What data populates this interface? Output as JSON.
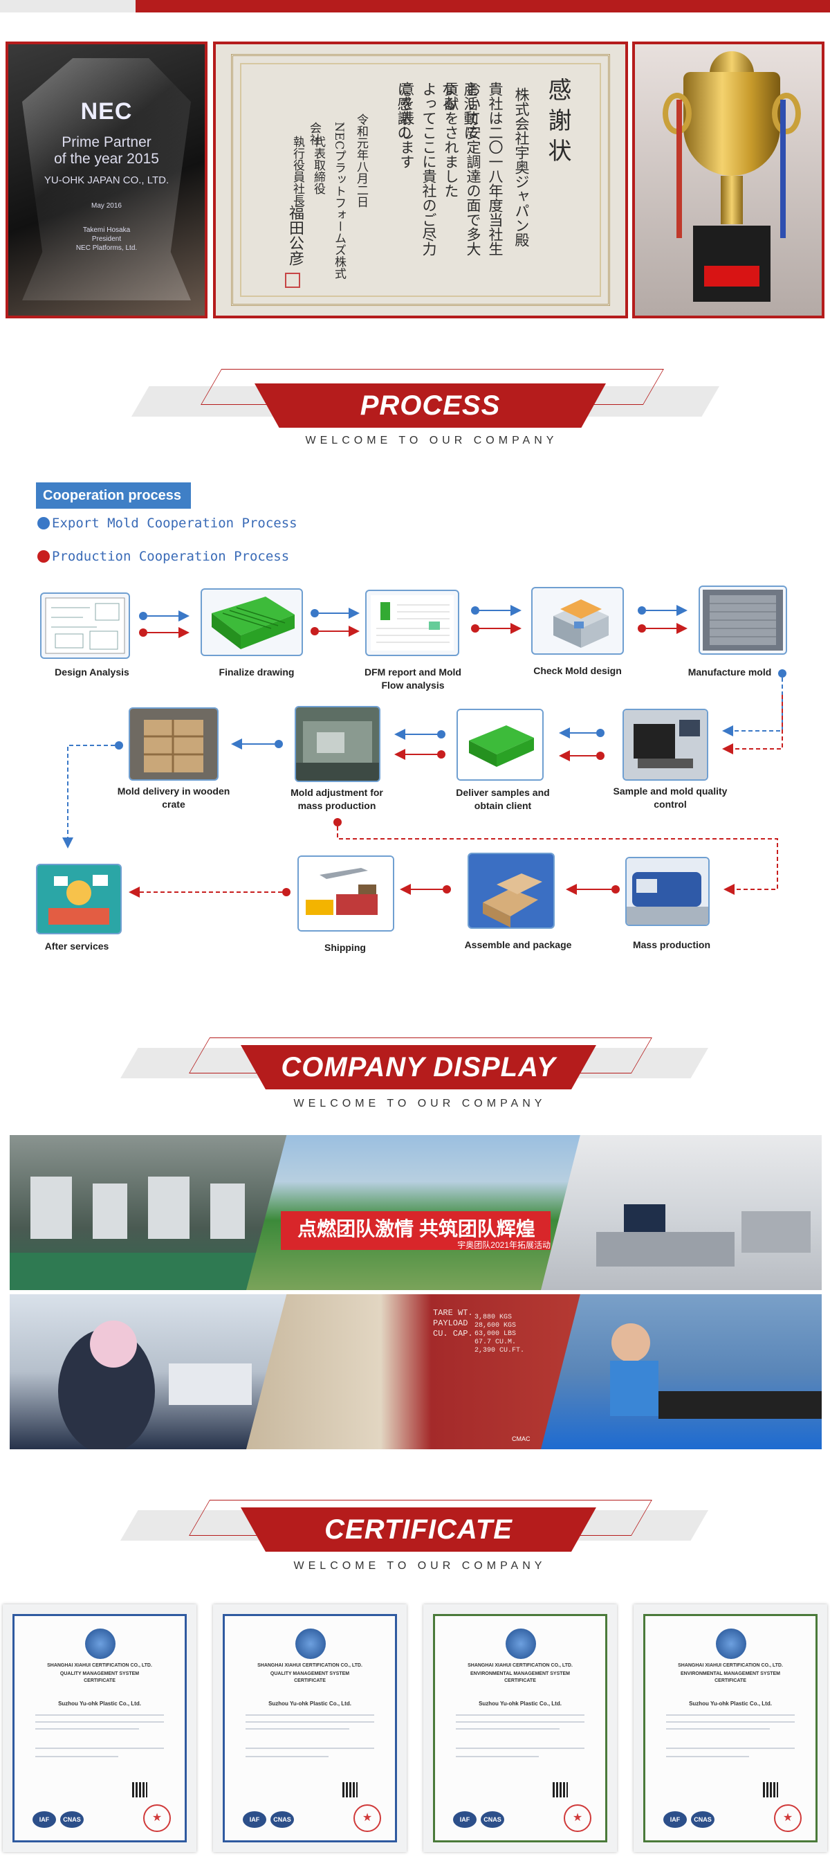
{
  "awards": {
    "glass": {
      "logo": "NEC",
      "line1": "Prime Partner",
      "line2": "of the year 2015",
      "company": "YU-OHK JAPAN CO., LTD.",
      "date": "May 2016",
      "signer_name": "Takemi Hosaka",
      "signer_title": "President",
      "signer_org": "NEC Platforms, Ltd."
    },
    "letter": {
      "title": "感謝状",
      "addressee": "株式会社宇奥ジャパン殿",
      "body": [
        "貴社は二〇一八年度当社生産活動に",
        "おいて安定調達の面で多大なる",
        "貢献をされました",
        "よってここに貴社のご尽力に感謝の",
        "意を表します"
      ],
      "date": "令和元年八月二日",
      "issuer_company": "NECプラットフォームズ株式会社",
      "issuer_title1": "代表取締役",
      "issuer_title2": "執行役員社長",
      "issuer_name": "福田公彦"
    }
  },
  "sections": {
    "process": {
      "title": "PROCESS",
      "subtitle": "WELCOME TO OUR COMPANY"
    },
    "display": {
      "title": "COMPANY DISPLAY",
      "subtitle": "WELCOME TO OUR COMPANY"
    },
    "certificate": {
      "title": "CERTIFICATE",
      "subtitle": "WELCOME TO OUR COMPANY"
    }
  },
  "cooperation": {
    "label": "Cooperation process",
    "legend": [
      {
        "text": "Export Mold Cooperation Process",
        "color": "#3a78c7"
      },
      {
        "text": "Production Cooperation Process",
        "color": "#c81e1e"
      }
    ]
  },
  "steps": {
    "row1": [
      "Design Analysis",
      "Finalize drawing",
      "DFM report and Mold Flow analysis",
      "Check Mold design",
      "Manufacture mold"
    ],
    "row2": [
      "Sample and mold quality control",
      "Deliver samples and obtain client",
      "Mold adjustment for mass production",
      "Mold delivery in wooden crate"
    ],
    "row3": [
      "Mass production",
      "Assemble and package",
      "Shipping",
      "After services"
    ]
  },
  "display_photos": {
    "banner_text": "点燃团队激情 共筑团队辉煌",
    "banner_sub": "宇奥团队2021年拓展活动",
    "container_text": [
      "TARE WT.",
      "PAYLOAD",
      "CU. CAP."
    ],
    "container_values": [
      "3,880 KGS",
      "28,600 KGS",
      "63,000 LBS",
      "67.7 CU.M.",
      "2,390 CU.FT."
    ],
    "container_marker": "CMAC"
  },
  "certificates": [
    {
      "org": "SHANGHAI XIAHUI CERTIFICATION CO., LTD.",
      "title": "QUALITY MANAGEMENT SYSTEM",
      "sub": "CERTIFICATE",
      "company": "Suzhou Yu-ohk Plastic Co., Ltd.",
      "style": "blue"
    },
    {
      "org": "SHANGHAI XIAHUI CERTIFICATION CO., LTD.",
      "title": "QUALITY MANAGEMENT SYSTEM",
      "sub": "CERTIFICATE",
      "company": "Suzhou Yu-ohk Plastic Co., Ltd.",
      "style": "blue"
    },
    {
      "org": "SHANGHAI XIAHUI CERTIFICATION CO., LTD.",
      "title": "ENVIRONMENTAL MANAGEMENT SYSTEM",
      "sub": "CERTIFICATE",
      "company": "Suzhou Yu-ohk Plastic Co., Ltd.",
      "style": "green"
    },
    {
      "org": "SHANGHAI XIAHUI CERTIFICATION CO., LTD.",
      "title": "ENVIRONMENTAL MANAGEMENT SYSTEM",
      "sub": "CERTIFICATE",
      "company": "Suzhou Yu-ohk Plastic Co., Ltd.",
      "style": "green"
    }
  ],
  "cert_badges": [
    "IAF",
    "CNAS"
  ],
  "colors": {
    "brand_red": "#b51c1c",
    "blue": "#3a78c7",
    "red": "#c81e1e"
  }
}
